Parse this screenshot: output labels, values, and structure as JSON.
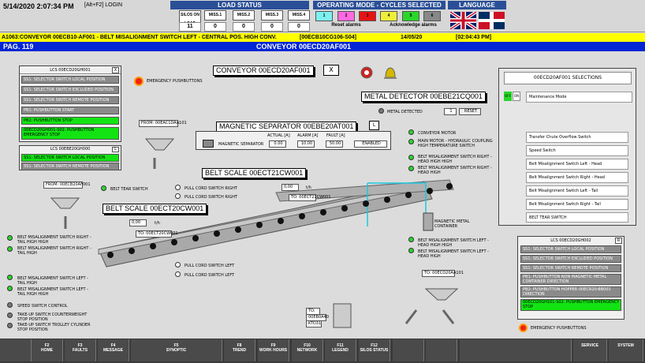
{
  "header": {
    "datetime": "5/14/2020 2:07:34 PM",
    "login": "[Alt+F2] LOGIN",
    "load_status": {
      "title": "LOAD STATUS",
      "buttons": [
        "SILOS ON LOAD",
        "MISS.1",
        "MISS.2",
        "MISS.3",
        "MISS.4"
      ],
      "values": [
        "11",
        "0",
        "0",
        "0",
        "0"
      ]
    },
    "operating_mode": {
      "title": "OPERATING MODE - CYCLES SELECTED",
      "cycles": [
        "1",
        "2",
        "3",
        "4",
        "5",
        "6"
      ],
      "reset": "Reset alarms",
      "ack": "Acknowledge alarms"
    },
    "language": {
      "title": "LANGUAGE"
    }
  },
  "alarm": {
    "text": "A1063:CONVEYOR 00ECB10-AF001 - BELT MISALIGNMENT SWITCH LEFT - CENTRAL POS. HIGH CONV.",
    "code": "[00ECB10CG106-S04]",
    "date": "14/05/20",
    "time": "[02:04:43 PM]"
  },
  "page": {
    "number": "PAG. 119",
    "title": "CONVEYOR 00ECD20AF001"
  },
  "lcs1": {
    "title": "LCS 00ECD20GH001",
    "close": "X",
    "rows": [
      "SS1: SELECTOR SWITCH LOCAL POSITION",
      "SS1: SELECTOR SWITCH EXCLUDED POSITION",
      "SS1: SELECTOR SWITCH REMOTE POSITION",
      "PB1: PUSHBUTTON START",
      "PB2: PUSHBUTTON STOP",
      "00ECD20GH001-S02: PUSHBUTTON EMERGENCY STOP"
    ]
  },
  "lcs2": {
    "title": "LCS 00EBE20GH000",
    "close": "L",
    "rows": [
      "SS1: SELECTOR SWITCH LOCAL POSITION",
      "SS1: SELECTOR SWITCH REMOTE POSITION"
    ]
  },
  "lcs3": {
    "title": "LCS 00ECD20GH002",
    "close": "R",
    "rows": [
      "SS1: SELECTOR SWITCH LOCAL POSITION",
      "SS1: SELECTOR SWITCH EXCLUDED POSITION",
      "SS1: SELECTOR SWITCH REMOTE POSITION",
      "PB1: PUSHBUTTON NON MAGNETIC METAL CONTAINER DIRECTION",
      "PB2: PUSHBUTTON HOPPER 00ECR20-BB001 DIRECTION",
      "00ECD20GH101-S02: PUSHBUTTON EMERGENCY STOP"
    ]
  },
  "emergency": "EMERGENCY PUSHBUTTONS",
  "conveyor_title": "CONVEYOR 00ECD20AF001",
  "conveyor_close": "X",
  "metal_detector": {
    "title": "METAL DETECTOR 00EBE21CQ001",
    "label": "METAL DETECTED",
    "value": "1",
    "reset": "RESET"
  },
  "magsep": {
    "title": "MAGNETIC SEPARATOR 00EBE20AT001",
    "btn": "L",
    "headers": [
      "ACTUAL [A]",
      "ALARM [A]",
      "FAULT [A]"
    ],
    "label": "MAGNETIC SEPARATOR",
    "values": [
      "0.00",
      "10.00",
      "50.00"
    ],
    "status": "ENABLED"
  },
  "belt_scale1": {
    "title": "BELT SCALE 00ECT21CW001",
    "val": "0,00",
    "unit": "t/h",
    "to": "TO: 00ECT21CW001"
  },
  "belt_scale2": {
    "title": "BELT SCALE 00ECT20CW001",
    "val": "0,00",
    "unit": "t/h",
    "to": "TO: 00ECT20CW001"
  },
  "from1": "FROM: 00EAC1DAA101",
  "from2": "FROM: 00ECB20AF001",
  "to_out": "TO: 00ECD20AA101",
  "silo": {
    "to": "TO:",
    "code": "00EB0A40",
    "code2": "KTD31"
  },
  "selections": {
    "title": "00ECD20AF001 SELECTIONS",
    "off": "OFF",
    "on": "ON",
    "mode": "Maintenance Mode",
    "items": [
      "Transfer Chute Overflow Switch",
      "Speed Switch",
      "Belt Misalignment Switch Left - Head",
      "Belt Misalignment Switch Right - Head",
      "Belt Misalignment Switch Left - Tail",
      "Belt Misalignment Switch Right - Tail",
      "BELT TEAR SWITCH"
    ]
  },
  "labels": {
    "conveyor_motor": "CONVEYOR MOTOR",
    "main_motor": "MAIN MOTOR - HYDRAULIC COUPLING HIGH TEMPERATURE SWITCH",
    "bms_right_head": "BELT MISALIGNMENT SWITCH RIGHT - HEAD HIGH HIGH",
    "bms_right_head2": "BELT MISALIGNMENT SWITCH RIGHT - HEAD HIGH",
    "belt_tear": "BELT TEAR SWITCH",
    "pull_right1": "PULL CORD SWITCH RIGHT",
    "pull_right2": "PULL CORD SWITCH RIGHT",
    "pull_left1": "PULL CORD SWITCH LEFT",
    "pull_left2": "PULL CORD SWITCH LEFT",
    "mag_container": "MAGNETIC METAL CONTAINER",
    "bms_left_head1": "BELT MISALIGNMENT SWITCH LEFT - HEAD HIGH HIGH",
    "bms_left_head2": "BELT MISALIGNMENT SWITCH LEFT - HEAD HIGH",
    "bms_right_tail1": "BELT MISALIGNMENT SWITCH RIGHT - TAIL HIGH HIGH",
    "bms_right_tail2": "BELT MISALIGNMENT SWITCH RIGHT - TAIL HIGH",
    "bms_left_tail1": "BELT MISALIGNMENT SWITCH LEFT - TAIL HIGH",
    "bms_left_tail2": "BELT MISALIGNMENT SWITCH LEFT - TAIL HIGH HIGH",
    "speed": "SPEED SWITCH CONTROL",
    "takeup1": "TAKE-UP SWITCH COUNTERWEIGHT STOP POSITION",
    "takeup2": "TAKE-UP SWITCH TROLLEY CYLINDER STOP POSITION"
  },
  "fkeys": [
    [
      "F2",
      "HOME"
    ],
    [
      "F3",
      "FAULTS"
    ],
    [
      "F4",
      "MESSAGE"
    ],
    [
      "F5",
      "SYNOPTIC"
    ],
    [
      "F8",
      "TREND"
    ],
    [
      "F9",
      "WORK HOURS"
    ],
    [
      "F10",
      "NETWORK"
    ],
    [
      "F11",
      "LEGEND"
    ],
    [
      "F12",
      "SILOS STATUS"
    ],
    [
      "",
      ""
    ],
    [
      "",
      ""
    ],
    [
      "",
      ""
    ],
    [
      "",
      "SERVICE"
    ],
    [
      "",
      "SYSTEM"
    ]
  ]
}
